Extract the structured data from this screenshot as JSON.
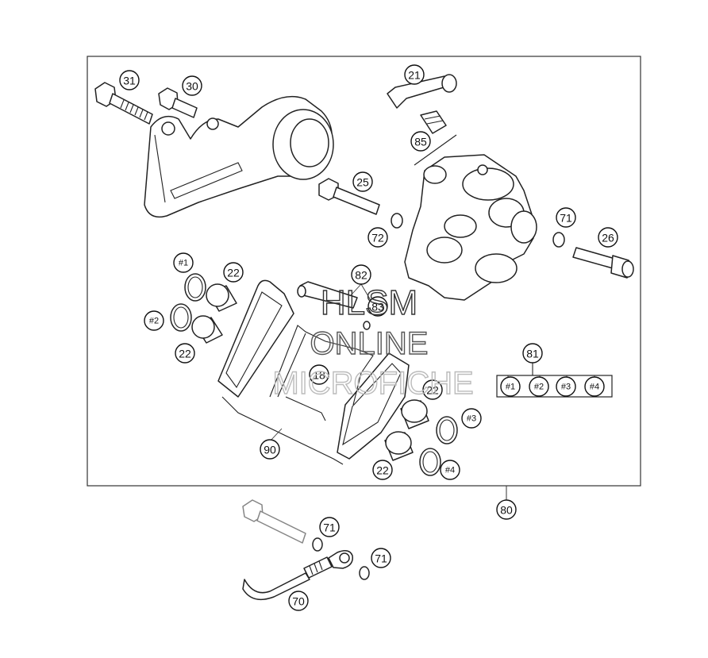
{
  "callouts": {
    "c31": "31",
    "c30": "30",
    "c21": "21",
    "c85": "85",
    "c25": "25",
    "c72": "72",
    "c71a": "71",
    "c26": "26",
    "c82": "82",
    "c83": "83",
    "c22a": "22",
    "c22b": "22",
    "c22c": "22",
    "c22d": "22",
    "c1a": "#1",
    "c2a": "#2",
    "c3a": "#3",
    "c4a": "#4",
    "c1b": "#1",
    "c2b": "#2",
    "c3b": "#3",
    "c4b": "#4",
    "c81": "81",
    "c18": "18",
    "c90": "90",
    "c80": "80",
    "c71b": "71",
    "c71c": "71",
    "c70": "70"
  },
  "watermark": {
    "line1": "HLSM",
    "line2": "ONLINE",
    "line3": "MICROFICHE"
  },
  "colors": {
    "line": "#222222",
    "watermark_dark": "#333333",
    "watermark_light": "#bbbbbb",
    "background": "#ffffff"
  }
}
